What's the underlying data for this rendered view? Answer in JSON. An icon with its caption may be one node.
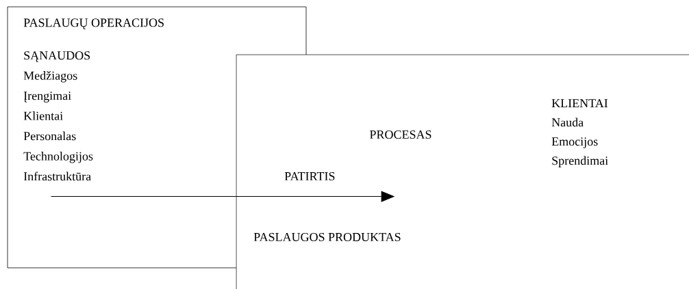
{
  "diagram": {
    "nodes": [
      {
        "text": [
          "PASLAUGŲ OPERACIJOS",
          "SĄNAUDOS Medžiagos Įrengimai Klientai Personalas Technologijos Infrastruktūra"
        ]
      },
      {
        "text": [
          "PROCESAS",
          "PATIRTIS",
          "PASLAUGOS PRODUKTAS",
          "KLIENTAI Nauda Emocijos Sprendimai"
        ]
      }
    ],
    "edges": [
      {
        "from": 0,
        "to": 1,
        "arrow": "to"
      }
    ]
  }
}
